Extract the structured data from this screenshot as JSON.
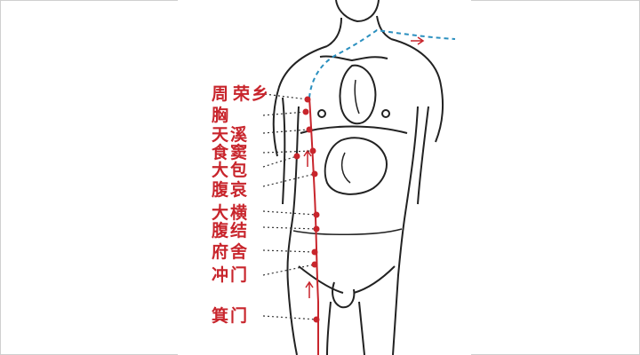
{
  "labels": [
    {
      "id": "rongxiang",
      "text": "荣乡"
    },
    {
      "id": "zhourong",
      "text": "周"
    },
    {
      "id": "xiongxiang",
      "text": "胸"
    },
    {
      "id": "tianxi",
      "text": "天溪"
    },
    {
      "id": "shidou",
      "text": "食窦"
    },
    {
      "id": "dabao",
      "text": "大包"
    },
    {
      "id": "fuai",
      "text": "腹哀"
    },
    {
      "id": "daheng",
      "text": "大横"
    },
    {
      "id": "fujie",
      "text": "腹结"
    },
    {
      "id": "fushe",
      "text": "府舍"
    },
    {
      "id": "chongmen",
      "text": "冲门"
    },
    {
      "id": "jimen",
      "text": "箕门"
    }
  ],
  "colors": {
    "meridian": "#c8252c",
    "outline": "#222222",
    "dashed_path": "#2a8fbf"
  }
}
